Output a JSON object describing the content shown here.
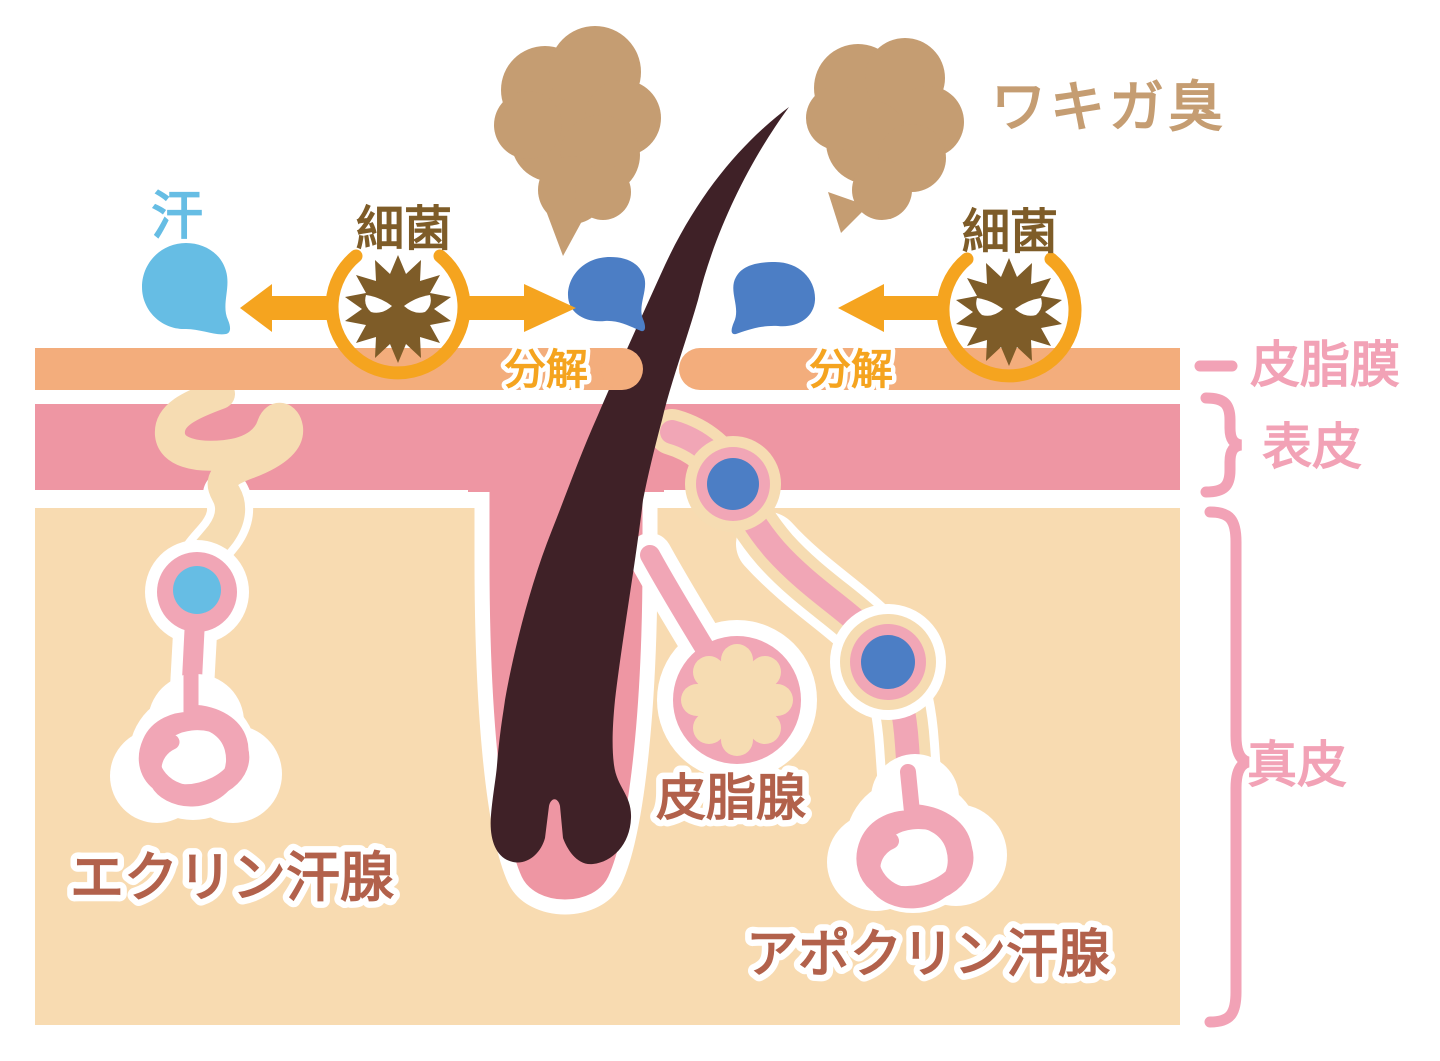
{
  "labels": {
    "odor": "ワキガ臭",
    "sweat": "汗",
    "bacteria": "細菌",
    "decompose": "分解",
    "sebum_film": "皮脂膜",
    "epidermis": "表皮",
    "dermis": "真皮",
    "eccrine_gland": "エクリン汗腺",
    "sebaceous_gland": "皮脂腺",
    "apocrine_gland": "アポクリン汗腺"
  },
  "colors": {
    "odor_tan": "#C59D72",
    "bacteria_brown": "#7E5C28",
    "orange": "#F5A41F",
    "light_blue": "#66BDE4",
    "dark_blue": "#4C7EC5",
    "sebum_peach": "#F3AD7C",
    "epidermis_pink": "#EE96A3",
    "dermis_cream": "#F8DBB1",
    "duct_pink": "#F1A6B6",
    "duct_cream": "#F6DCB2",
    "hair_brown": "#3F2127",
    "label_pink": "#F2A2B6",
    "label_brick": "#B2614B"
  }
}
